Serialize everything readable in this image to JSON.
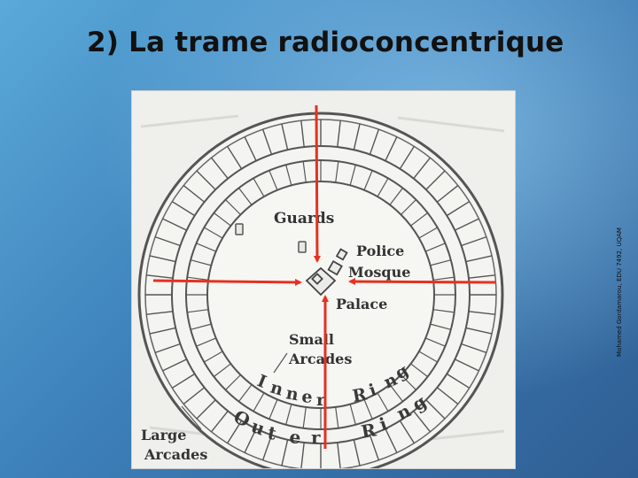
{
  "slide": {
    "title": "2) La trame radioconcentrique",
    "credit": "Mohamed Gordamarou, EDU 7492, UQAM"
  },
  "figure": {
    "labels": {
      "guards": "Guards",
      "police": "Police",
      "mosque": "Mosque",
      "palace": "Palace",
      "small_arcades_1": "Small",
      "small_arcades_2": "Arcades",
      "large_arcades_1": "Large",
      "large_arcades_2": "Arcades"
    },
    "inner_ring_letters": [
      "I",
      "n",
      "n",
      "e",
      "r",
      "R",
      "i",
      "n",
      "g"
    ],
    "outer_ring_letters": [
      "O",
      "u",
      "t",
      "e",
      "r",
      "R",
      "i",
      "n",
      "g"
    ]
  },
  "colors": {
    "background_top": "#5aa9d9",
    "background_bottom": "#2f5e93",
    "arrow": "#e5311f",
    "plan_line": "#4a4a4a"
  }
}
